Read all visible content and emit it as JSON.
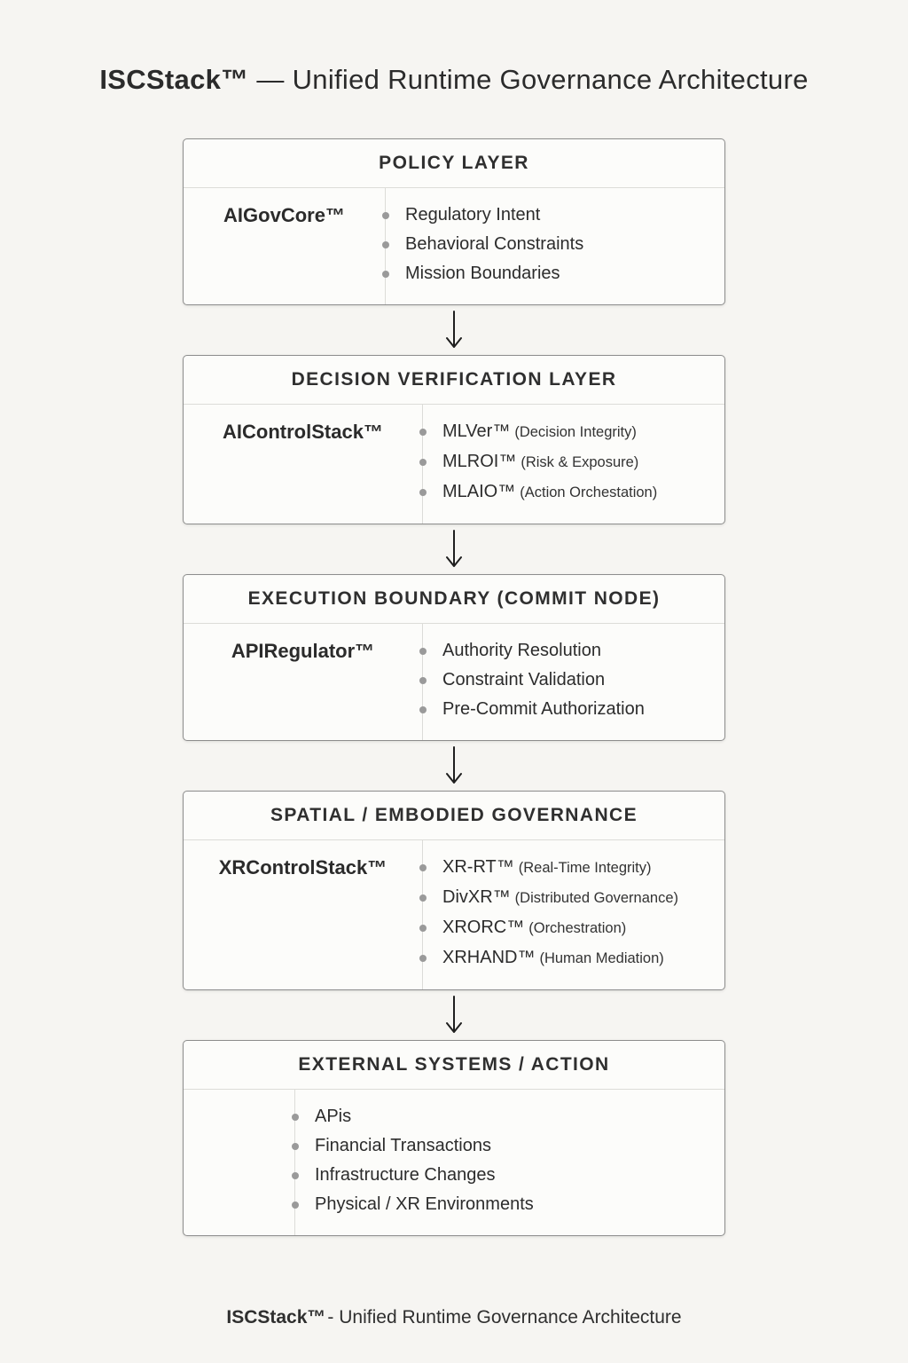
{
  "title": {
    "brand": "ISCStack™",
    "rest": " — Unified Runtime Governance Architecture"
  },
  "footer": {
    "brand": "ISCStack™",
    "rest": "- Unified Runtime Governance Architecture"
  },
  "colors": {
    "background": "#f6f5f2",
    "box_fill": "#fcfcfa",
    "box_border": "#8d8d8d",
    "divider": "#dcdcd8",
    "bullet": "#9a9a9a",
    "text": "#2b2b2b",
    "arrow": "#1f1f1f"
  },
  "icons": {
    "bullet": "round-dot",
    "connector": "down-arrow"
  },
  "layers": [
    {
      "title": "POLICY LAYER",
      "label": "AIGovCore™",
      "items": [
        {
          "text": "Regulatory Intent"
        },
        {
          "text": "Behavioral Constraints"
        },
        {
          "text": "Mission Boundaries"
        }
      ]
    },
    {
      "title": "DECISION VERIFICATION LAYER",
      "label": "AIControlStack™",
      "items": [
        {
          "text": "MLVer™",
          "sub": "(Decision Integrity)"
        },
        {
          "text": "MLROI™",
          "sub": "(Risk & Exposure)"
        },
        {
          "text": "MLAIO™",
          "sub": "(Action Orchestation)"
        }
      ]
    },
    {
      "title": "EXECUTION BOUNDARY (COMMIT NODE)",
      "label": "APIRegulator™",
      "items": [
        {
          "text": "Authority Resolution"
        },
        {
          "text": "Constraint Validation"
        },
        {
          "text": "Pre-Commit Authorization"
        }
      ]
    },
    {
      "title": "SPATIAL / EMBODIED GOVERNANCE",
      "label": "XRControlStack™",
      "items": [
        {
          "text": "XR-RT™",
          "sub": "(Real-Time Integrity)"
        },
        {
          "text": "DivXR™",
          "sub": "(Distributed Governance)"
        },
        {
          "text": "XRORC™",
          "sub": "(Orchestration)"
        },
        {
          "text": "XRHAND™",
          "sub": "(Human Mediation)"
        }
      ]
    },
    {
      "title": "EXTERNAL SYSTEMS / ACTION",
      "label": "",
      "items": [
        {
          "text": "APis"
        },
        {
          "text": "Financial Transactions"
        },
        {
          "text": "Infrastructure Changes"
        },
        {
          "text": "Physical / XR Environments"
        }
      ]
    }
  ]
}
